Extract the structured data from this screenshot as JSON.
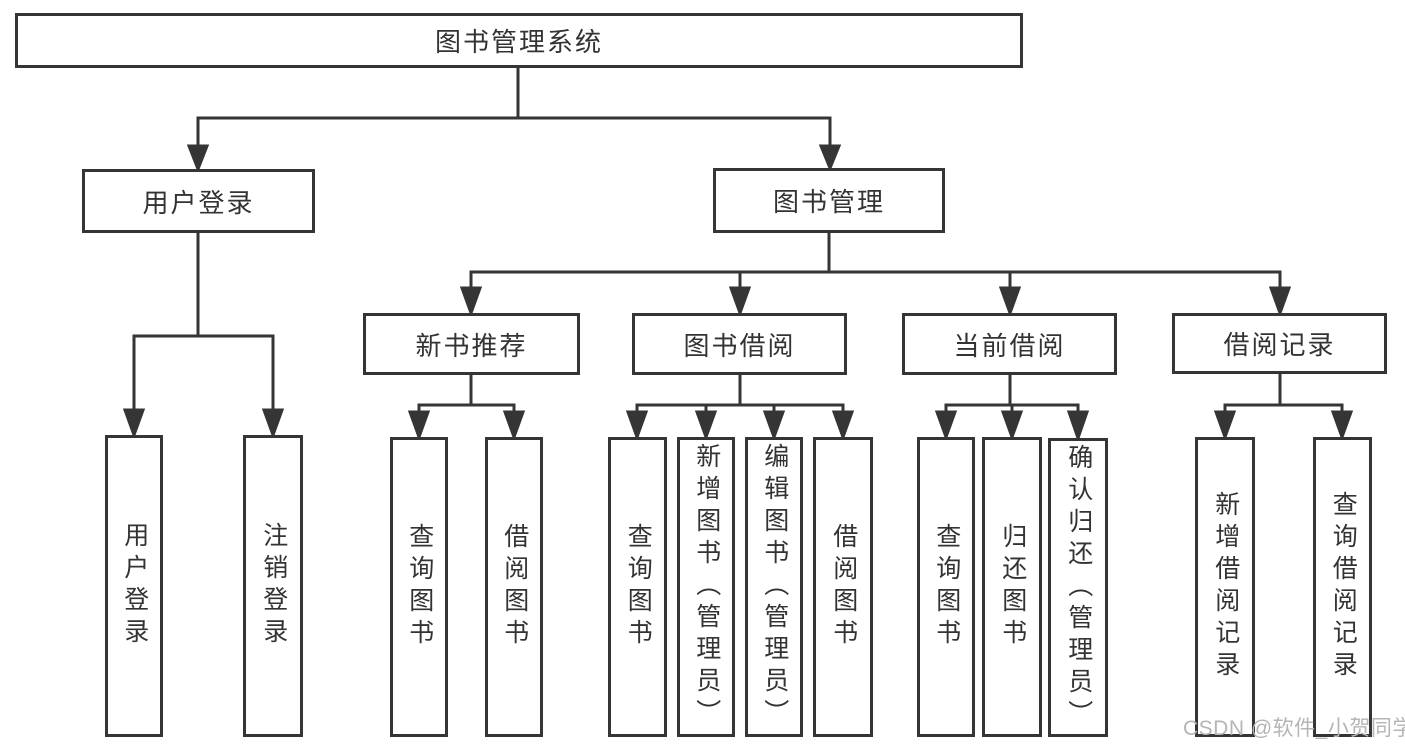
{
  "tree": {
    "root": "图书管理系统",
    "branches": [
      {
        "label": "用户登录",
        "children": [
          "用户登录",
          "注销登录"
        ]
      },
      {
        "label": "图书管理",
        "groups": [
          {
            "label": "新书推荐",
            "children": [
              "查询图书",
              "借阅图书"
            ]
          },
          {
            "label": "图书借阅",
            "children": [
              "查询图书",
              "新增图书（管理员）",
              "编辑图书（管理员）",
              "借阅图书"
            ]
          },
          {
            "label": "当前借阅",
            "children": [
              "查询图书",
              "归还图书",
              "确认归还（管理员）"
            ]
          },
          {
            "label": "借阅记录",
            "children": [
              "新增借阅记录",
              "查询借阅记录"
            ]
          }
        ]
      }
    ]
  },
  "watermark": "CSDN @软件_小贺同学",
  "colors": {
    "line": "#353535",
    "text": "#333333",
    "watermark": "#b5b5b5",
    "background": "#ffffff"
  }
}
